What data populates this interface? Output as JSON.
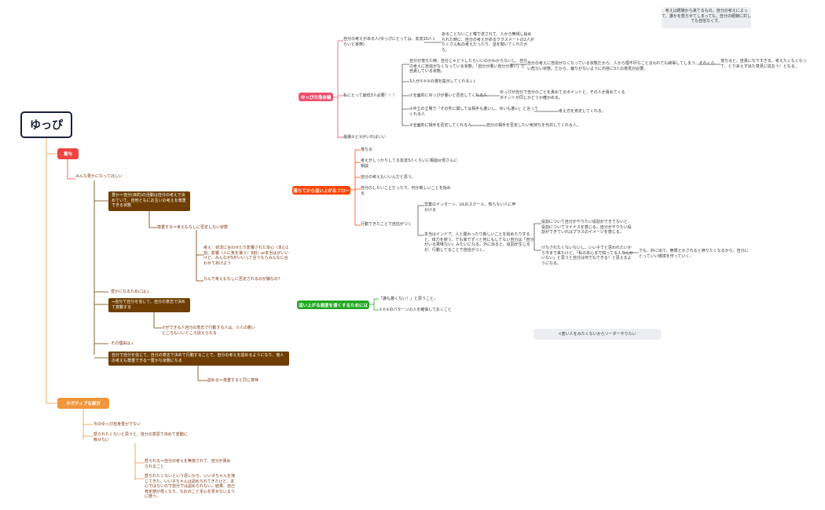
{
  "root": {
    "title": "ゆっぴ"
  },
  "note_top": "考えは経験から来てるもの。自分の考えによって、誰かを怒らせてしまっても、自分の経験に対しても自信なくす。",
  "note_right": "<若い人をみたくないからリーダーやりたい",
  "colors": {
    "root_border": "#1a1f3a",
    "red": "#ef4444",
    "orange": "#f0963c",
    "pink": "#ef4f6e",
    "orangered": "#ff4400",
    "green": "#22a722",
    "brown": "#6e3d00"
  },
  "top_branch": {
    "label": "ゆっぴの鬼会議",
    "items": [
      "自分の考えがある人(ゆっぴにとっては、友達10人くらいと家族)",
      "あることないこと噂で流されて、人から無視し始められた時に、自分の考えがあるクラスメートの2人がたくさん私の考えだったり、話を聞いてくれたから。",
      "私にとって最低3人必要！！！",
      "自分が落ちた時、自分じゃどうしたらいいのかわからないし、自分の考えに自信がなくなっている状態。「自分が悪い自分が悪い」と自責している状態。",
      "自分の考えに自信がなくなっている状態だから、人から理不尽なこと言われても納得してしまう。それくらい危ない状態。だから、偏りがないように内容に3人の意見が必要。",
      "落ちると、自責になりすぎる。考えたくなくなって、とりあえず出た意見に従おう！となる。",
      "3人が①②③の選を提示してくれる↓↓",
      "①全面的にゆっぴが悪いと否定してくれる人",
      "ゆっぴが自分で自分のことを責めてるポイントと、その人が責めてくるポイントが同じかどうか確かめる。",
      "②中立の立場で「その件に関しては相手も悪いし、ゆいも悪い」と言ってくれる人",
      "考え方を肯定してくれる。",
      "③全面的に相手を否定してくれる人",
      "自分の相手を否定したい気持ちを代弁してくれる人。",
      "最悪②と③がいればいい"
    ]
  },
  "flow_branch": {
    "label": "落ちてから這い上がるフロー",
    "items": [
      "落ちる",
      "考えがしっかりしてる友達3人くらいに相談or母さんに相談",
      "自分の考えもいいんだと思う。",
      "自分のしたいことだったり、何か新しいことを始める",
      "行動できたことで自信がつく",
      "営業のインターン、LILのスクール、知らない人に声かける",
      "本当はインドア。人と関わったり新しいことを始めたりすると、体力を使う。でも家でずっと何にもしてない自分は「自分がいる意味ない」みたいになる。外に出ると、役割が生じるが、行動してることで自信がつく。",
      "役割について自分がやりたい役割ができてないと、役割についてマイナスを感じる。自分がやりたい役割ができていればプラスのイメージを感じる。",
      "けなされたくないないし、いい子でと思われたいから今まで来たけど、「私の本心まで知ってる人なんかいない」と思うと自分は何でもできる！と思えるようになる。",
      "でも、外に出て、無限とかされると神りたくなるから、自分にとっていい環境を作っていく。"
    ]
  },
  "green_branch": {
    "label": "這い上がる速度を速くするためには",
    "items": [
      "「誰も悪くない！」と思うこと。",
      "①②③のパターンの人を確保しておくこと"
    ]
  },
  "red_branch": {
    "label": "賞与",
    "items": [
      "みんな豊かになってほしい",
      "豊か＝自分(目的)の活動は自分の考えで決めていて、自他ともにお互いの考えを尊重できる状態",
      "尊重する＝考えもなしに否定しない状態",
      "考え：状況に合わせたり影響された本心（本心1割、影響（人に気を遣う）9割）or本当はがいいけど、みんなが5がいいって言うならみんなに合わせてあげよう",
      "なんで考えもなしに否定されるのが嫌なの?",
      "豊かになるためには↓",
      "⇒自分で自分を信じて、自分の意志で決めて意動する",
      "②ができる人自分の意志で行動する人は、①人の悪いところもいいところ捉えられる",
      "その理由は↓",
      "自分で自分を信じて、自分の意志で決めて行動することで、自分の考えを認めるようになり、他人の考えも尊重できる一豊かな状態になる",
      "認める＝尊重すると同じ意味"
    ]
  },
  "orange_branch": {
    "label": "ネガティブな部分",
    "items": [
      "今のゆっぴ自身豊かでない",
      "怒られたくないと思うと、自分の意思で決めて変動に移せない",
      "怒られる＝自分の考えを無視されて、自分が責められること",
      "怒られたくないという思いから、いい子ちゃんを演じてきた。いい子ちゃんは認められてきたけど、本心ではないので自分では認められない。結果、自己肯定感が低くなり、なおのこと本心を見せないように隠う。"
    ]
  }
}
